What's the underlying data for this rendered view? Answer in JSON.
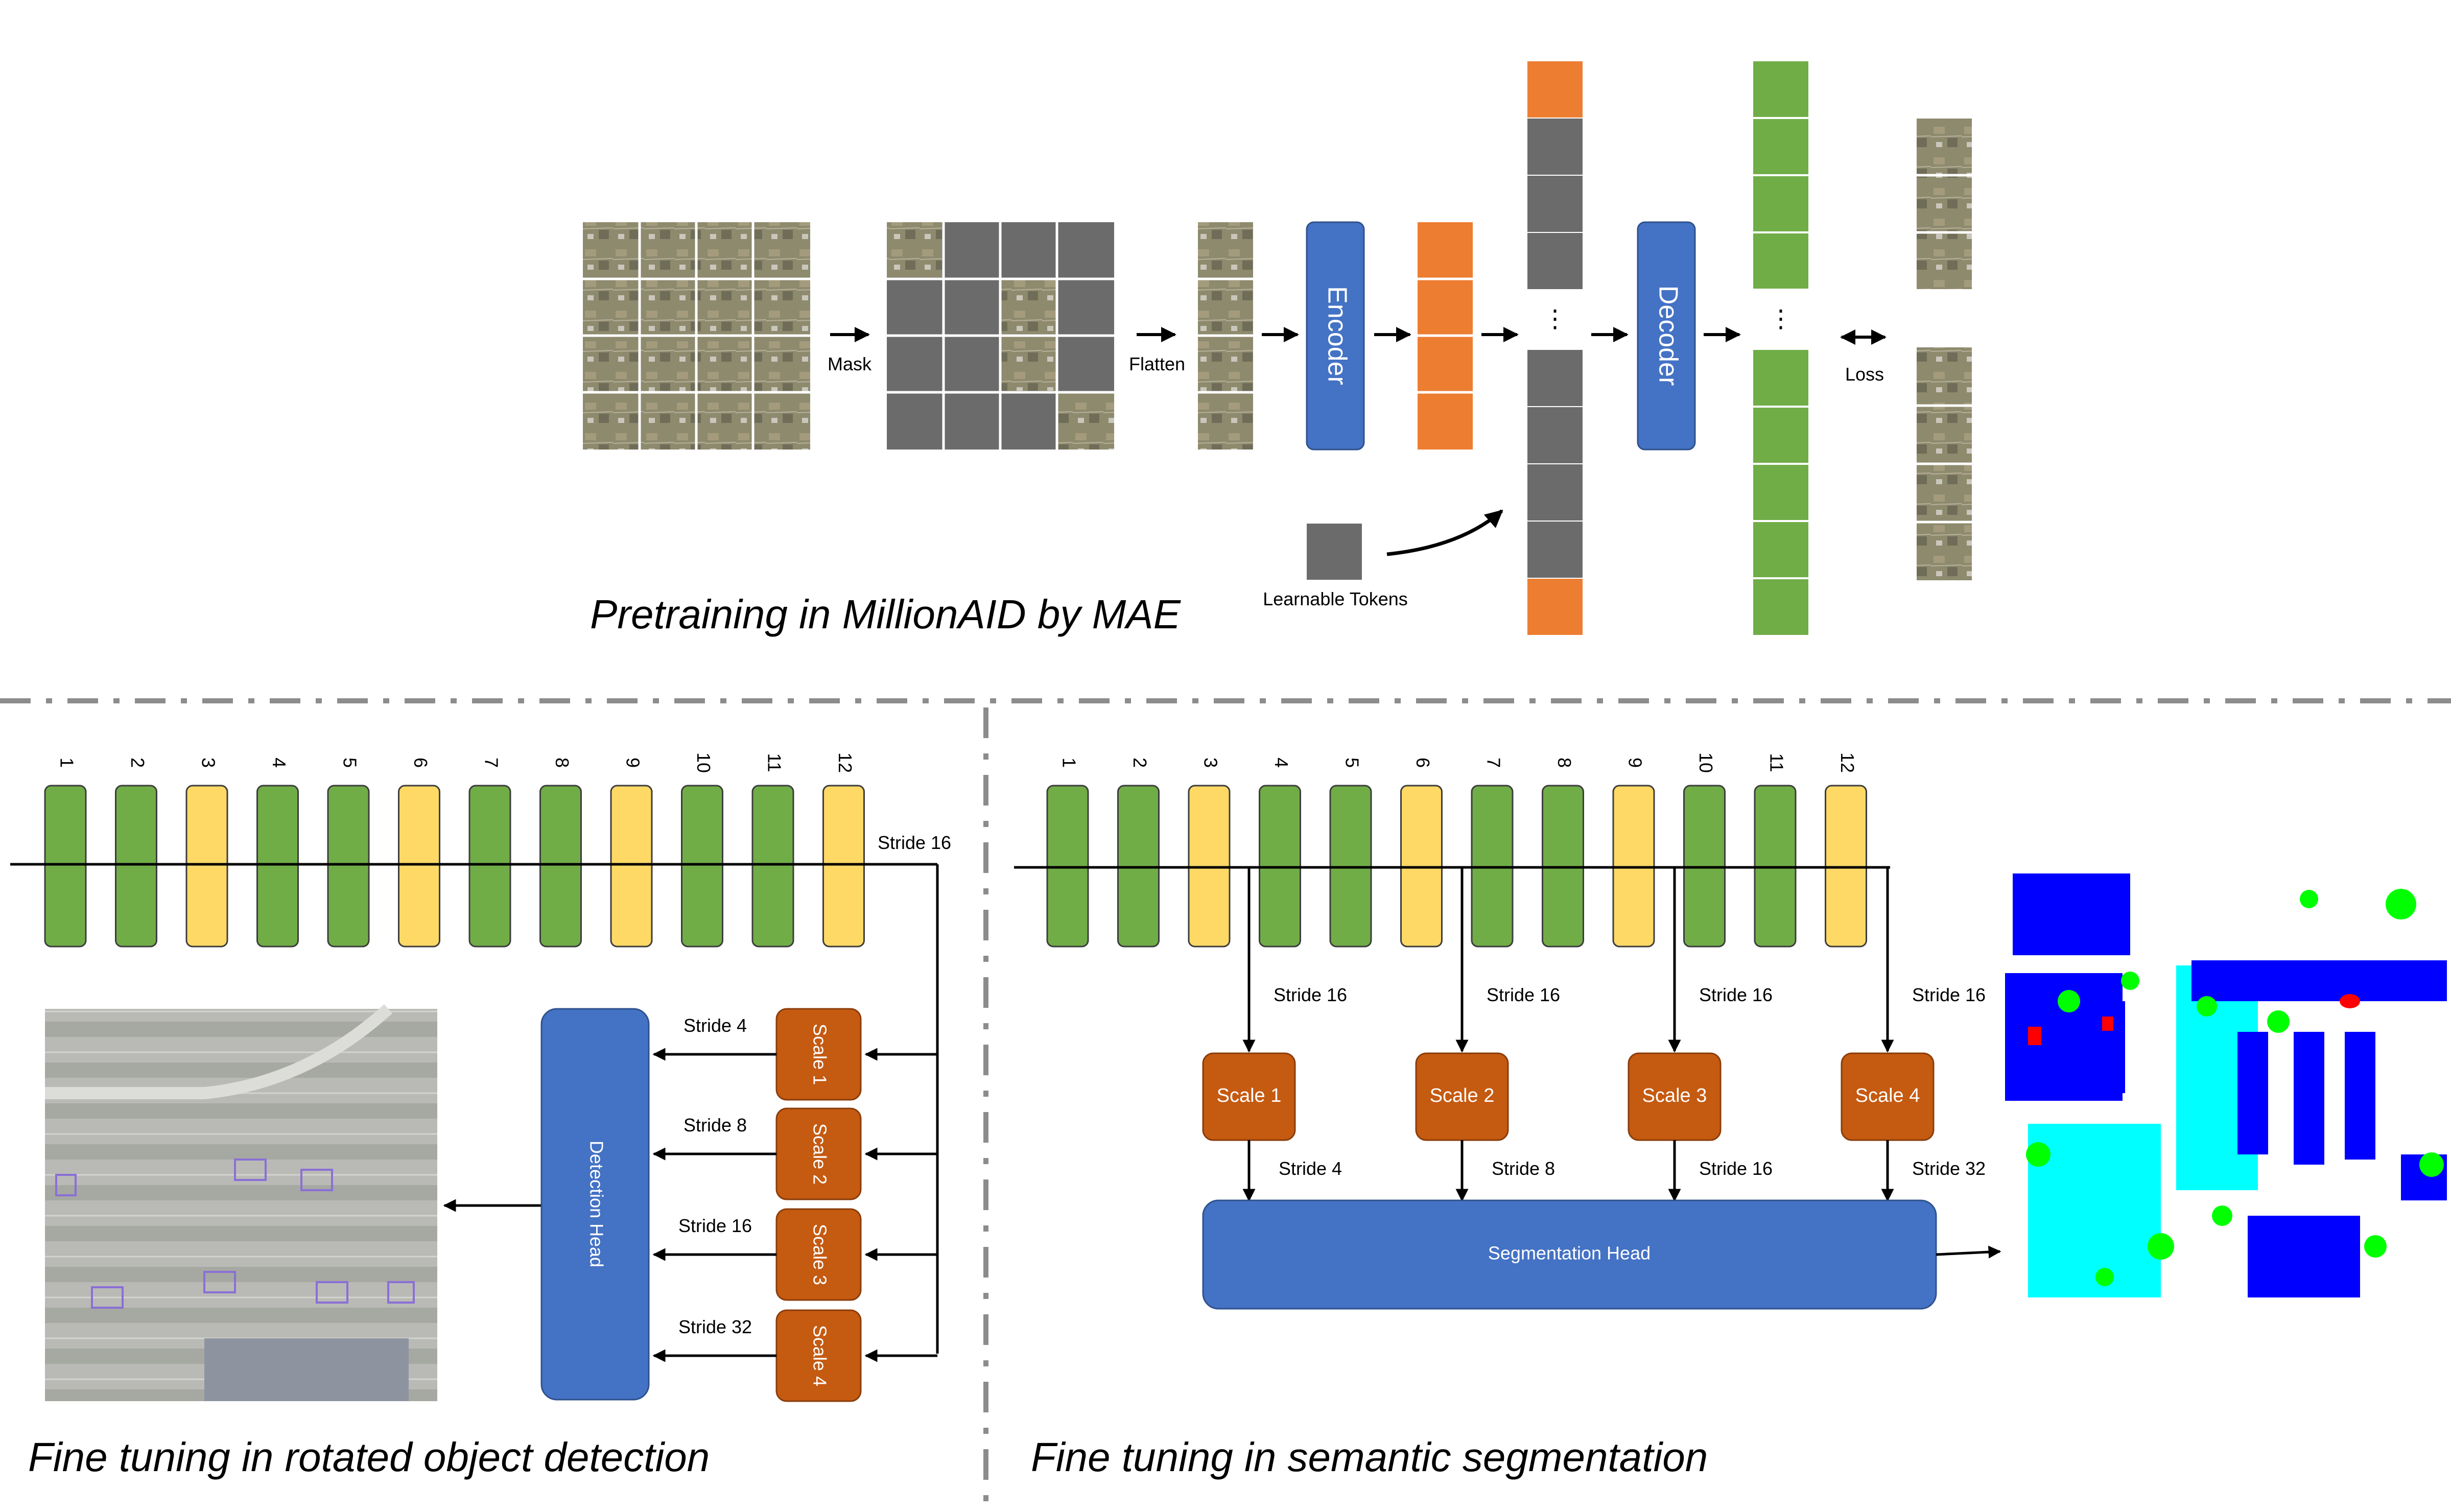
{
  "pretraining": {
    "title": "Pretraining in MillionAID by MAE",
    "mask_label": "Mask",
    "flatten_label": "Flatten",
    "encoder_label": "Encoder",
    "decoder_label": "Decoder",
    "learnable_tokens_label": "Learnable Tokens",
    "loss_label": "Loss",
    "ellipsis": "⋮"
  },
  "detection": {
    "title": "Fine tuning in rotated object detection",
    "layers": [
      "1",
      "2",
      "3",
      "4",
      "5",
      "6",
      "7",
      "8",
      "9",
      "10",
      "11",
      "12"
    ],
    "stride_out": "Stride 16",
    "scales": [
      "Scale 1",
      "Scale 2",
      "Scale 3",
      "Scale 4"
    ],
    "strides": [
      "Stride 4",
      "Stride 8",
      "Stride 16",
      "Stride 32"
    ],
    "head_label": "Detection Head"
  },
  "segmentation": {
    "title": "Fine tuning in semantic segmentation",
    "layers": [
      "1",
      "2",
      "3",
      "4",
      "5",
      "6",
      "7",
      "8",
      "9",
      "10",
      "11",
      "12"
    ],
    "tap_strides": [
      "Stride 16",
      "Stride 16",
      "Stride 16",
      "Stride 16"
    ],
    "scales": [
      "Scale 1",
      "Scale 2",
      "Scale 3",
      "Scale 4"
    ],
    "out_strides": [
      "Stride 4",
      "Stride 8",
      "Stride 16",
      "Stride 32"
    ],
    "head_label": "Segmentation Head"
  },
  "colors": {
    "green": "#70AD47",
    "yellow": "#FFD966",
    "orange": "#ED7D31",
    "scale_orange": "#C55A11",
    "blue": "#4472C4",
    "gray": "#6b6b6b"
  }
}
